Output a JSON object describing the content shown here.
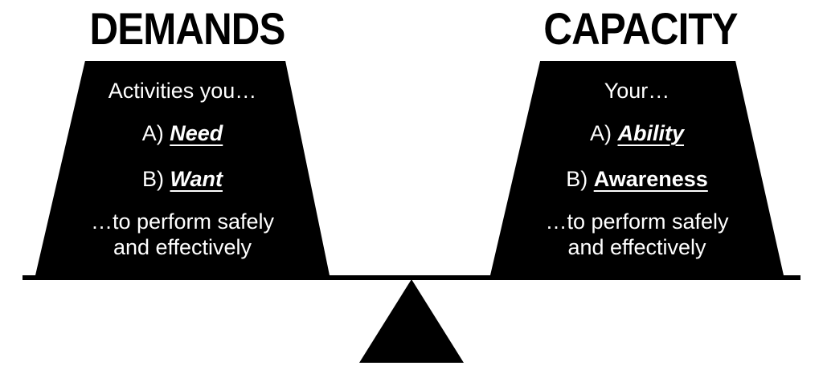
{
  "diagram": {
    "type": "balance-scale",
    "background_color": "#ffffff",
    "shape_color": "#000000",
    "title_color": "#000000",
    "text_on_shape_color": "#ffffff",
    "left_pan": {
      "title": "DEMANDS",
      "intro": "Activities you…",
      "items": [
        {
          "prefix": "A) ",
          "word": "Need"
        },
        {
          "prefix": "B) ",
          "word": "Want"
        }
      ],
      "outro_line1": "…to perform safely",
      "outro_line2": "and effectively"
    },
    "right_pan": {
      "title": "CAPACITY",
      "intro": "Your…",
      "items": [
        {
          "prefix": "A) ",
          "word": "Ability"
        },
        {
          "prefix": "B) ",
          "word": "Awareness"
        }
      ],
      "outro_line1": "…to perform safely",
      "outro_line2": "and effectively"
    }
  }
}
